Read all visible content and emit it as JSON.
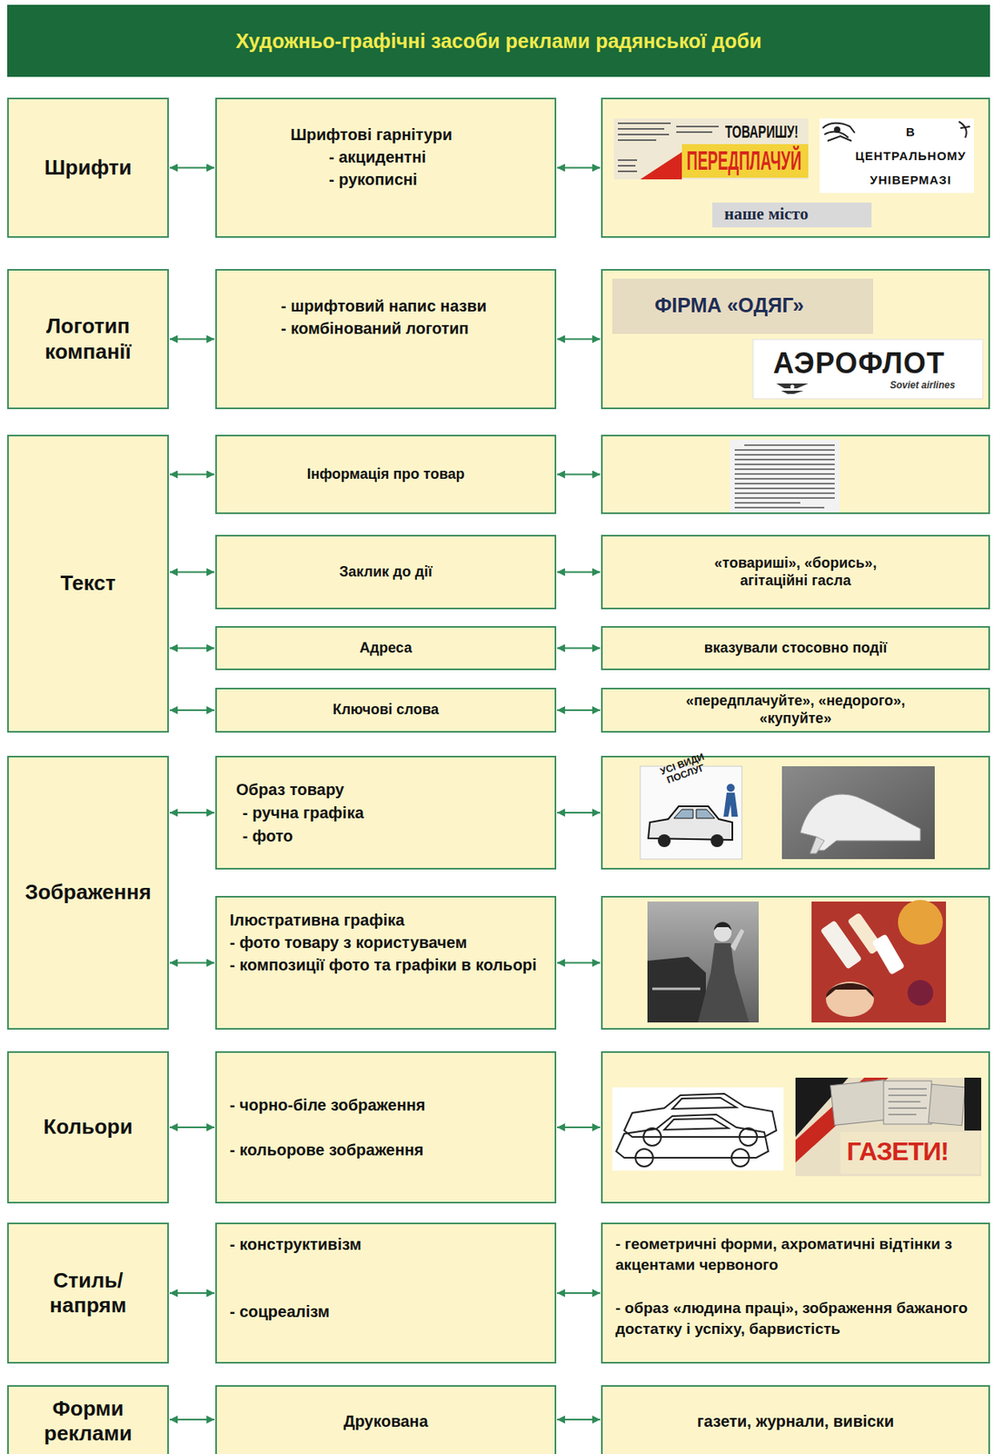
{
  "diagram": {
    "title": "Художньо-графічні засоби реклами радянської доби",
    "nodes": [
      {
        "text": [
          "Шрифти"
        ]
      },
      {
        "text": [
          "Шрифтові гарнітури",
          "- акцидентні",
          "- рукописні"
        ]
      },
      {
        "text": [
          "ТОВАРИШУ!",
          "ПЕРЕДПЛАЧУЙ",
          "В ЦЕНТРАЛЬНОМУ УНІВЕРМАЗІ",
          "наше місто"
        ]
      },
      {
        "text": [
          "Логотип компанії"
        ]
      },
      {
        "text": [
          "- шрифтовий напис назви",
          "- комбінований логотип"
        ]
      },
      {
        "text": [
          "ФІРМА «ОДЯГ»",
          "АЭРОФЛОТ",
          "Soviet airlines"
        ]
      },
      {
        "text": [
          "Текст"
        ]
      },
      {
        "text": [
          "Інформація про товар"
        ]
      },
      {
        "text": []
      },
      {
        "text": [
          "Заклик до дії"
        ]
      },
      {
        "text": [
          "«товариші», «борись», агітаційні гасла"
        ]
      },
      {
        "text": [
          "Адреса"
        ]
      },
      {
        "text": [
          "вказували стосовно події"
        ]
      },
      {
        "text": [
          "Ключові слова"
        ]
      },
      {
        "text": [
          "«передплачуйте», «недорого», «купуйте»"
        ]
      },
      {
        "text": [
          "Зображення"
        ]
      },
      {
        "text": [
          "Образ товару",
          "- ручна графіка",
          "- фото"
        ]
      },
      {
        "text": [
          "УСІ ВИДИ ПОСЛУГ"
        ]
      },
      {
        "text": [
          "Ілюстративна графіка",
          "- фото товару з користувачем",
          "- композиції фото та графіки в кольорі"
        ]
      },
      {
        "text": []
      },
      {
        "text": [
          "Кольори"
        ]
      },
      {
        "text": [
          "- чорно-біле зображення",
          "- кольорове зображення"
        ]
      },
      {
        "text": [
          "ГАЗЕТИ!"
        ]
      },
      {
        "text": [
          "Стиль/ напрям"
        ]
      },
      {
        "text": [
          "- конструктивізм",
          "- соцреалізм"
        ]
      },
      {
        "text": [
          "- геометричні форми, ахроматичні відтінки з акцентами червоного",
          "- образ «людина праці», зображення бажаного достатку і успіху, барвистість"
        ]
      },
      {
        "text": [
          "Форми реклами"
        ]
      },
      {
        "text": [
          "Друкована"
        ]
      },
      {
        "text": [
          "газети, журнали, вивіски"
        ]
      }
    ],
    "edges": [
      {
        "from": 0,
        "to": 1,
        "arrow": "both"
      },
      {
        "from": 1,
        "to": 2,
        "arrow": "both"
      },
      {
        "from": 3,
        "to": 4,
        "arrow": "both"
      },
      {
        "from": 4,
        "to": 5,
        "arrow": "both"
      },
      {
        "from": 6,
        "to": 7,
        "arrow": "both"
      },
      {
        "from": 7,
        "to": 8,
        "arrow": "both"
      },
      {
        "from": 6,
        "to": 9,
        "arrow": "both"
      },
      {
        "from": 9,
        "to": 10,
        "arrow": "both"
      },
      {
        "from": 6,
        "to": 11,
        "arrow": "both"
      },
      {
        "from": 11,
        "to": 12,
        "arrow": "both"
      },
      {
        "from": 6,
        "to": 13,
        "arrow": "both"
      },
      {
        "from": 13,
        "to": 14,
        "arrow": "both"
      },
      {
        "from": 15,
        "to": 16,
        "arrow": "both"
      },
      {
        "from": 16,
        "to": 17,
        "arrow": "both"
      },
      {
        "from": 15,
        "to": 18,
        "arrow": "both"
      },
      {
        "from": 18,
        "to": 19,
        "arrow": "both"
      },
      {
        "from": 20,
        "to": 21,
        "arrow": "both"
      },
      {
        "from": 21,
        "to": 22,
        "arrow": "both"
      },
      {
        "from": 23,
        "to": 24,
        "arrow": "both"
      },
      {
        "from": 24,
        "to": 25,
        "arrow": "both"
      },
      {
        "from": 26,
        "to": 27,
        "arrow": "both"
      },
      {
        "from": 27,
        "to": 28,
        "arrow": "both"
      }
    ]
  }
}
